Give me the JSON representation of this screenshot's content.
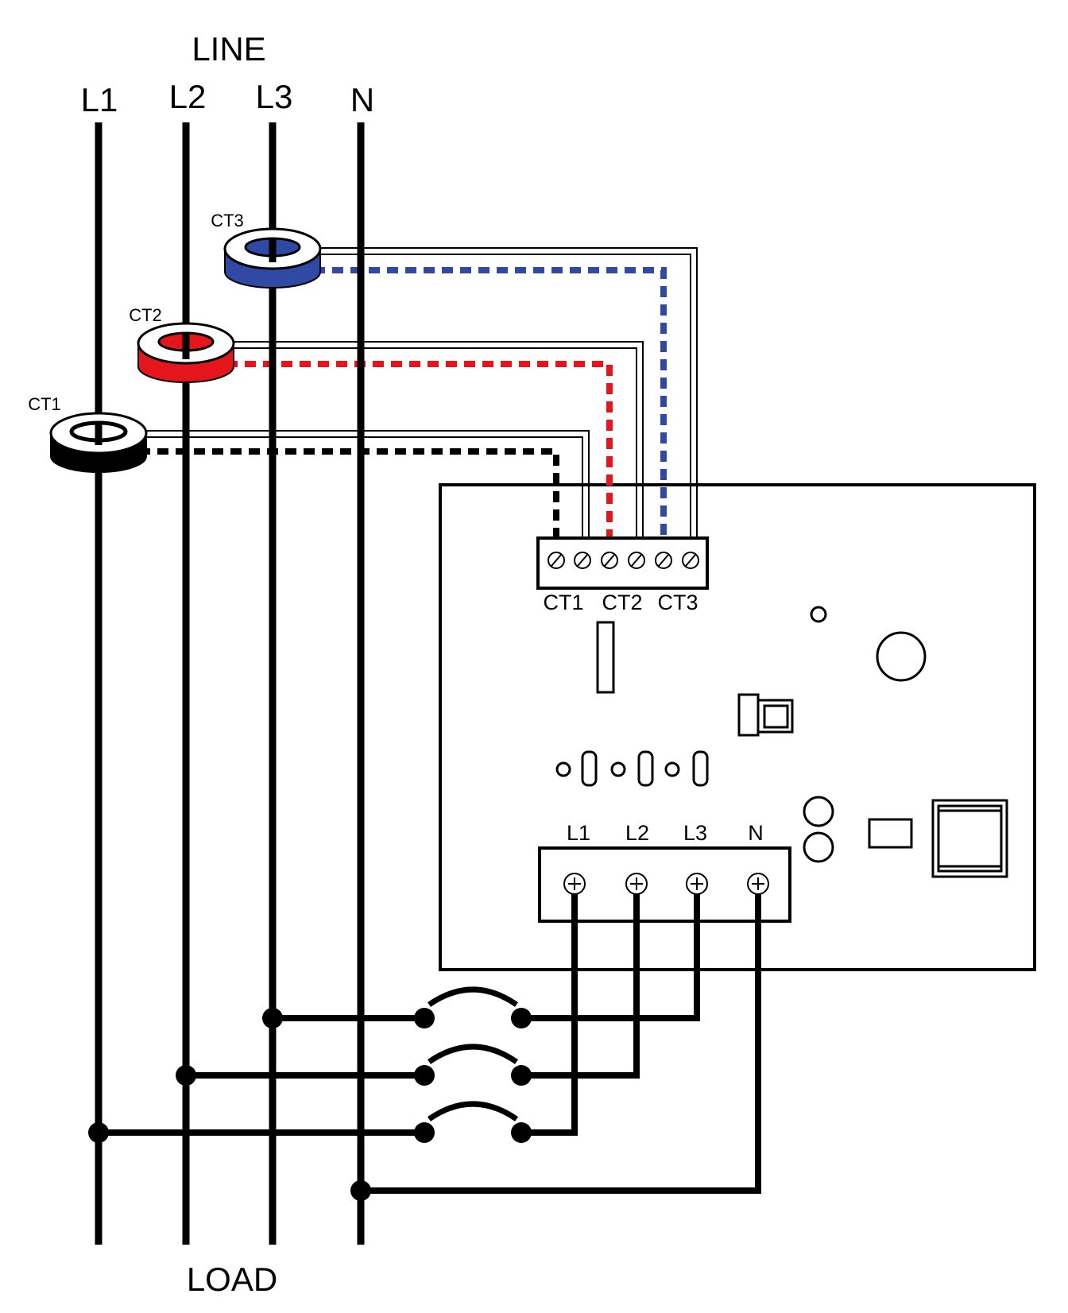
{
  "header": {
    "title": "LINE",
    "footer": "LOAD"
  },
  "lines": [
    "L1",
    "L2",
    "L3",
    "N"
  ],
  "cts": [
    {
      "label": "CT1",
      "color": "#000000"
    },
    {
      "label": "CT2",
      "color": "#e4161b"
    },
    {
      "label": "CT3",
      "color": "#2f49a5"
    }
  ],
  "meter": {
    "ct_terminal_labels": [
      "CT1",
      "CT2",
      "CT3"
    ],
    "voltage_terminal_labels": [
      "L1",
      "L2",
      "L3",
      "N"
    ]
  },
  "colors": {
    "wire": "#000000",
    "ct1": "#000000",
    "ct2": "#e4161b",
    "ct3": "#2f49a5"
  }
}
